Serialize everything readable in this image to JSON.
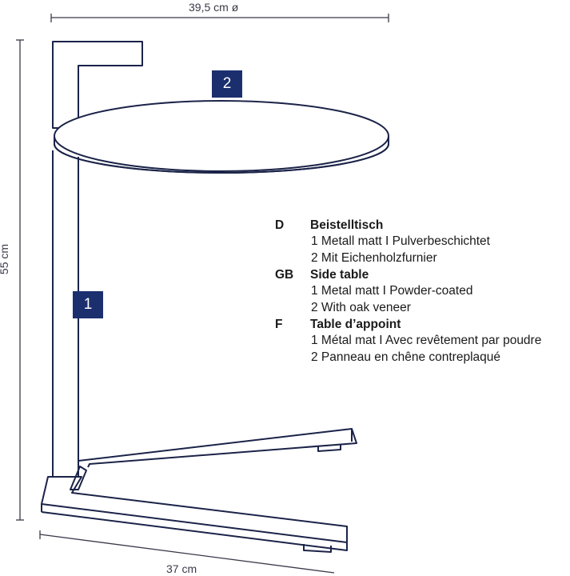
{
  "dimensions": {
    "diameter": "39,5 cm ø",
    "height": "55 cm",
    "depth": "37 cm"
  },
  "parts": {
    "part1_label": "1",
    "part2_label": "2"
  },
  "legend": [
    {
      "code": "D",
      "title": "Beistelltisch",
      "lines": [
        "1 Metall matt I Pulverbeschichtet",
        "2 Mit Eichenholzfurnier"
      ]
    },
    {
      "code": "GB",
      "title": "Side table",
      "lines": [
        "1 Metal matt I Powder-coated",
        "2 With oak veneer"
      ]
    },
    {
      "code": "F",
      "title": "Table d’appoint",
      "lines": [
        "1 Métal mat I Avec revêtement par poudre",
        "2 Panneau en chêne contreplaqué"
      ]
    }
  ],
  "colors": {
    "outline": "#1b2348",
    "badge": "#1b2f6e",
    "dimension_line": "#3a3a4a"
  }
}
